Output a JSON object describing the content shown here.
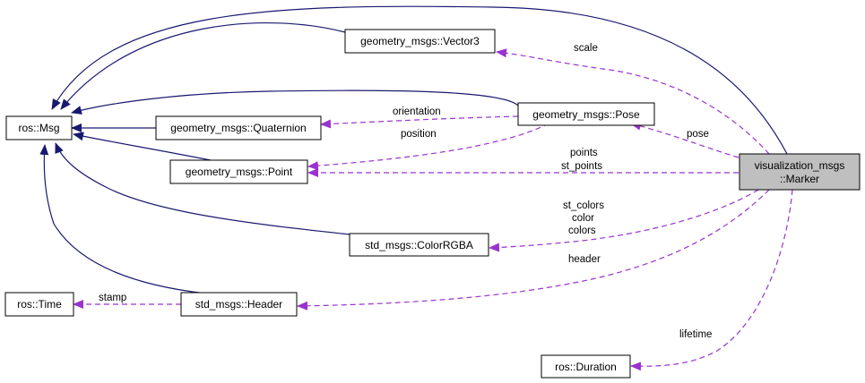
{
  "nodes": {
    "ros_msg": "ros::Msg",
    "vector3": "geometry_msgs::Vector3",
    "pose": "geometry_msgs::Pose",
    "quaternion": "geometry_msgs::Quaternion",
    "point": "geometry_msgs::Point",
    "color_rgba": "std_msgs::ColorRGBA",
    "header": "std_msgs::Header",
    "ros_time": "ros::Time",
    "ros_duration": "ros::Duration",
    "marker_line1": "visualization_msgs",
    "marker_line2": "::Marker"
  },
  "edge_labels": {
    "scale": "scale",
    "orientation": "orientation",
    "position": "position",
    "pose": "pose",
    "points": "points",
    "st_points": "st_points",
    "st_colors": "st_colors",
    "color": "color",
    "colors": "colors",
    "header": "header",
    "stamp": "stamp",
    "lifetime": "lifetime"
  },
  "colors": {
    "inheritance": "#191970",
    "usage": "#9a32cd",
    "highlight_fill": "#bfbfbf"
  }
}
